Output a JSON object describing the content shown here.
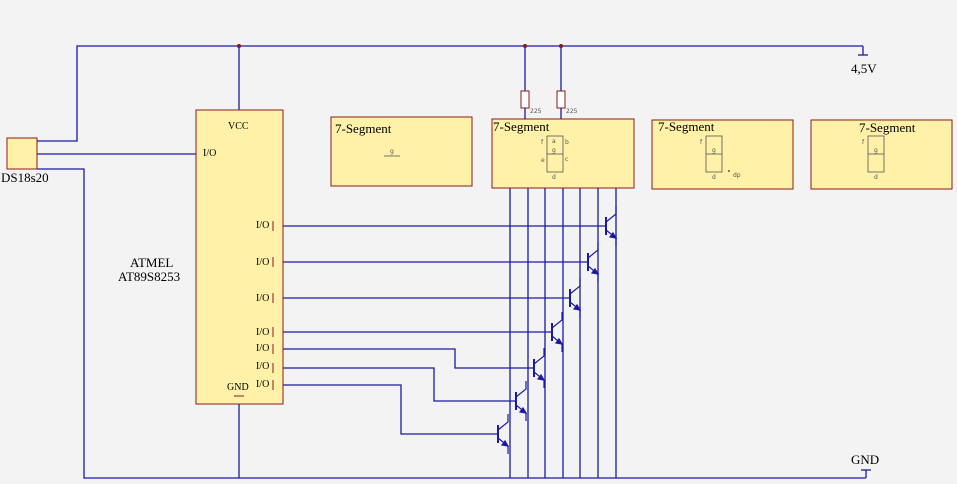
{
  "power": {
    "vcc_label": "4,5V",
    "gnd_label": "GND"
  },
  "sensor": {
    "label": "DS18s20"
  },
  "mcu": {
    "brand": "ATMEL",
    "model": "AT89S8253",
    "vcc_pin": "VCC",
    "gnd_pin": "GND",
    "io_in": "I/O",
    "io_pins": [
      "I/O",
      "I/O",
      "I/O",
      "I/O",
      "I/O",
      "I/O",
      "I/O"
    ]
  },
  "displays": [
    {
      "label": "7-Segment"
    },
    {
      "label": "7-Segment"
    },
    {
      "label": "7-Segment"
    },
    {
      "label": "7-Segment"
    }
  ],
  "resistors": [
    "225",
    "225"
  ],
  "segment_letters": {
    "a": "a",
    "b": "b",
    "c": "c",
    "d": "d",
    "e": "e",
    "f": "f",
    "g": "g",
    "dp": "dp"
  },
  "colors": {
    "wire": "#1a1aa6",
    "component_fill": "#fff1a8",
    "component_border": "#8b1a1a",
    "junction": "#8b1a1a",
    "background": "#f3f3f3"
  }
}
